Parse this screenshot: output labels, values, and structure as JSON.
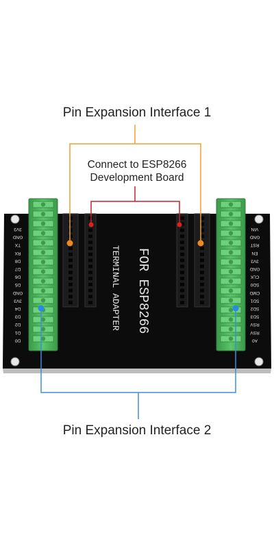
{
  "labels": {
    "interface_1": "Pin Expansion Interface 1",
    "connect_line1": "Connect to ESP8266",
    "connect_line2": "Development Board",
    "interface_2": "Pin Expansion Interface 2"
  },
  "board": {
    "silk_line1": "FOR ESP8266",
    "silk_line2": "TERMINAL ADAPTER",
    "left_pins": [
      "3V3",
      "GND",
      "TX",
      "RX",
      "D8",
      "D7",
      "D6",
      "D5",
      "GND",
      "3V3",
      "D4",
      "D3",
      "D2",
      "D1",
      "D0"
    ],
    "right_pins": [
      "VIN",
      "GND",
      "RST",
      "EN",
      "3V3",
      "GND",
      "CLK",
      "SD0",
      "CMD",
      "SD1",
      "SD2",
      "SD3",
      "RSV",
      "RSV",
      "A0"
    ]
  },
  "colors": {
    "interface_1_line": "#f0a030",
    "connect_line": "#c8202a",
    "interface_2_line": "#3a8fd8",
    "pcb": "#0c0c0c",
    "terminal": "#49b25a"
  }
}
